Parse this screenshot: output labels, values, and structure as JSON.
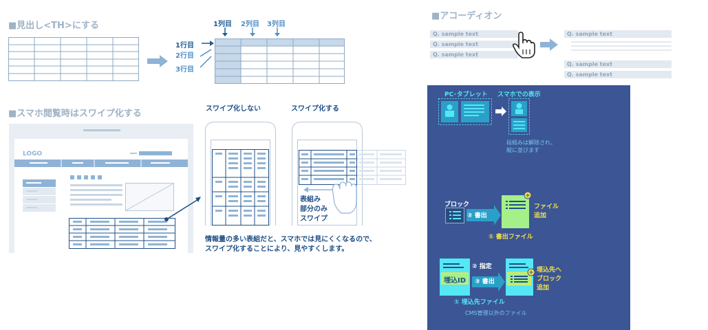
{
  "section1": {
    "title": "■見出し<TH>にする",
    "col_labels": [
      "1列目",
      "2列目",
      "3列目"
    ],
    "row_labels": [
      "1行目",
      "2行目",
      "3行目"
    ]
  },
  "section2": {
    "title": "■スマホ閲覧時はスワイプ化する",
    "no_swipe_label": "スワイプ化しない",
    "swipe_label": "スワイプ化する",
    "logo": "LOGO",
    "swipe_note": [
      "表組み",
      "部分のみ",
      "スワイプ"
    ],
    "caption_line1": "情報量の多い表組だと、スマホでは見にくくなるので、",
    "caption_line2": "スワイプ化することにより、見やすくします。"
  },
  "section3": {
    "title": "■アコーディオン",
    "left_items": [
      "Q. sample text",
      "Q. sample text",
      "Q. sample text"
    ],
    "right_items": [
      "Q. sample text",
      "Q. sample text",
      "Q. sample text"
    ]
  },
  "panel": {
    "pc_label": "PC･タブレット",
    "sp_label": "スマホでの表示",
    "sp_note_1": "段組みは解除され、",
    "sp_note_2": "縦に並びます",
    "block_label": "ブロック",
    "export_label": "② 書出",
    "file_add_1": "ファイル",
    "file_add_2": "追加",
    "export_file_label": "① 書出ファイル",
    "specify_label": "② 指定",
    "export2_label": "③ 書出",
    "embed_id": "埋込ID",
    "embed_block_1": "埋込先へ",
    "embed_block_2": "ブロック",
    "embed_block_3": "追加",
    "embed_file_label": "① 埋込先ファイル",
    "embed_note": "CMS管理以外のファイル",
    "colors": {
      "bg": "#3b5595",
      "cyan": "#54e7f4",
      "green": "#a6f08a",
      "yellow": "#f3e34a"
    }
  }
}
